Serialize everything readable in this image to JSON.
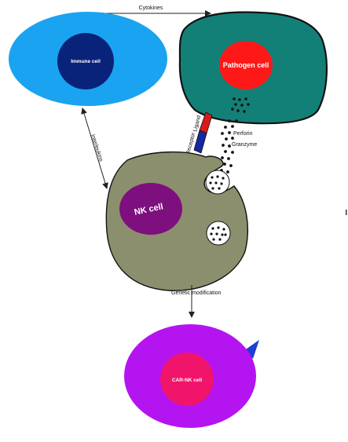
{
  "cells": {
    "immune": {
      "label": "Immune cell",
      "outer_color": "#1aa3f0",
      "nucleus_color": "#0a237a"
    },
    "pathogen": {
      "label": "Pathogen cell",
      "outer_color": "#138078",
      "nucleus_color": "#ff1818"
    },
    "nk": {
      "label": "NK cell",
      "outer_color": "#8b8f6d",
      "nucleus_color": "#7e0f7e"
    },
    "car_nk": {
      "label": "CAR-NK cell",
      "outer_color": "#b414f0",
      "nucleus_color": "#f0156a",
      "receptor_color": "#1d3fd6"
    }
  },
  "arrows": {
    "cytokines": "Cytokines",
    "interleukins": "Interleukins",
    "genetic_modification": "Genetic modification"
  },
  "secretion": {
    "perforin": "Perforin",
    "granzyme": "Granzyme"
  },
  "receptor_ligand": {
    "receptor": "Receptor",
    "ligand": "Ligand",
    "receptor_color": "#1428a0",
    "ligand_color": "#d91a1a"
  }
}
